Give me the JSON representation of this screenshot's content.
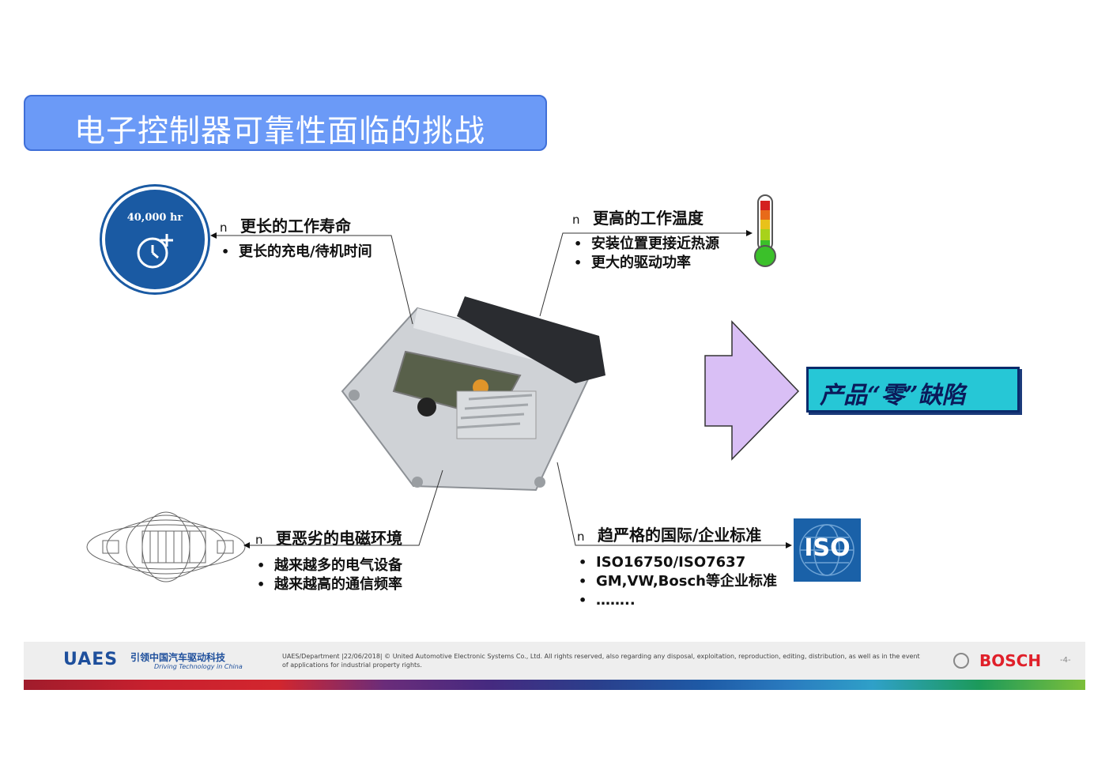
{
  "title": "电子控制器可靠性面临的挑战",
  "clock_icon": {
    "label": "40,000 hr",
    "icon": "clock-plus-icon"
  },
  "top_left": {
    "marker": "n",
    "heading": "更长的工作寿命",
    "items": [
      "更长的充电/待机时间"
    ]
  },
  "top_right": {
    "marker": "n",
    "heading": "更高的工作温度",
    "items": [
      "安装位置更接近热源",
      "更大的驱动功率"
    ]
  },
  "bottom_left": {
    "marker": "n",
    "heading": "更恶劣的电磁环境",
    "items": [
      "越来越多的电气设备",
      "越来越高的通信频率"
    ]
  },
  "bottom_right": {
    "marker": "n",
    "heading": "趋严格的国际/企业标准",
    "items": [
      "ISO16750/ISO7637",
      "GM,VW,Bosch等企业标准",
      "…….."
    ]
  },
  "result": "产品“零”缺陷",
  "iso_logo": "ISO",
  "colors": {
    "title_bg": "#6b9af7",
    "arrow_fill": "#d9bff5",
    "result_bg": "#26c7d6",
    "iso_bg": "#1a61a8",
    "bosch": "#e0202a"
  },
  "footer": {
    "brand": "UAES",
    "brand_cn": "引领中国汽车驱动科技",
    "brand_en": "Driving Technology in China",
    "legal": "UAES/Department |22/06/2018| © United Automotive Electronic Systems Co., Ltd.  All rights reserved, also regarding any disposal, exploitation, reproduction, editing, distribution, as well as in the event of applications for industrial property rights.",
    "bosch": "BOSCH",
    "page": "-4-"
  }
}
